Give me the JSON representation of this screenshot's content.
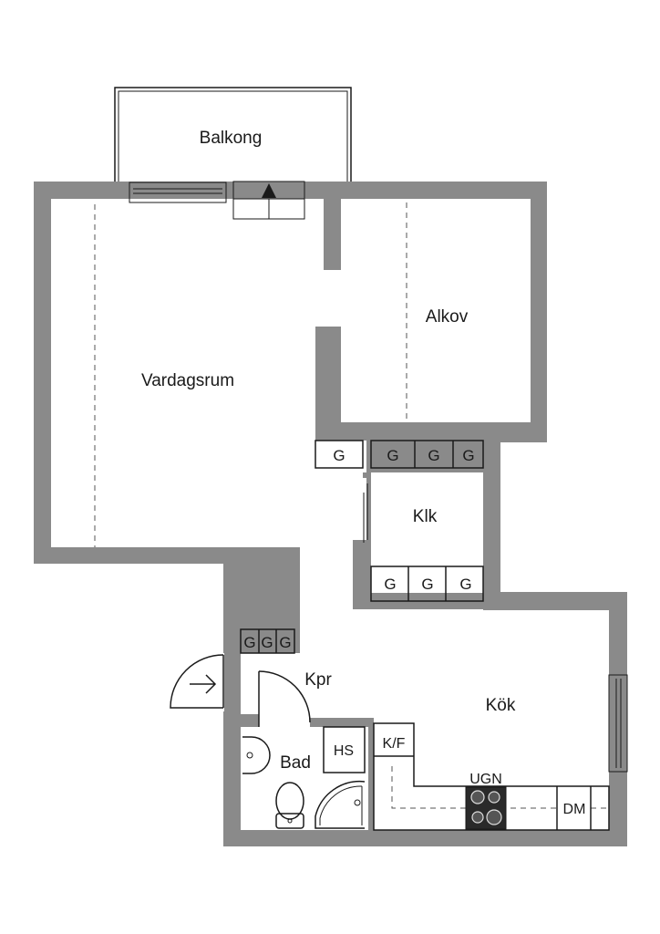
{
  "rooms": {
    "balkong": "Balkong",
    "vardagsrum": "Vardagsrum",
    "alkov": "Alkov",
    "klk": "Klk",
    "kpr": "Kpr",
    "kok": "Kök",
    "bad": "Bad"
  },
  "fixtures": {
    "garderob": "G",
    "hs": "HS",
    "kf": "K/F",
    "ugn": "UGN",
    "dm": "DM"
  },
  "colors": {
    "wall": "#8a8a8a",
    "line": "#1a1a1a",
    "background": "#ffffff"
  }
}
